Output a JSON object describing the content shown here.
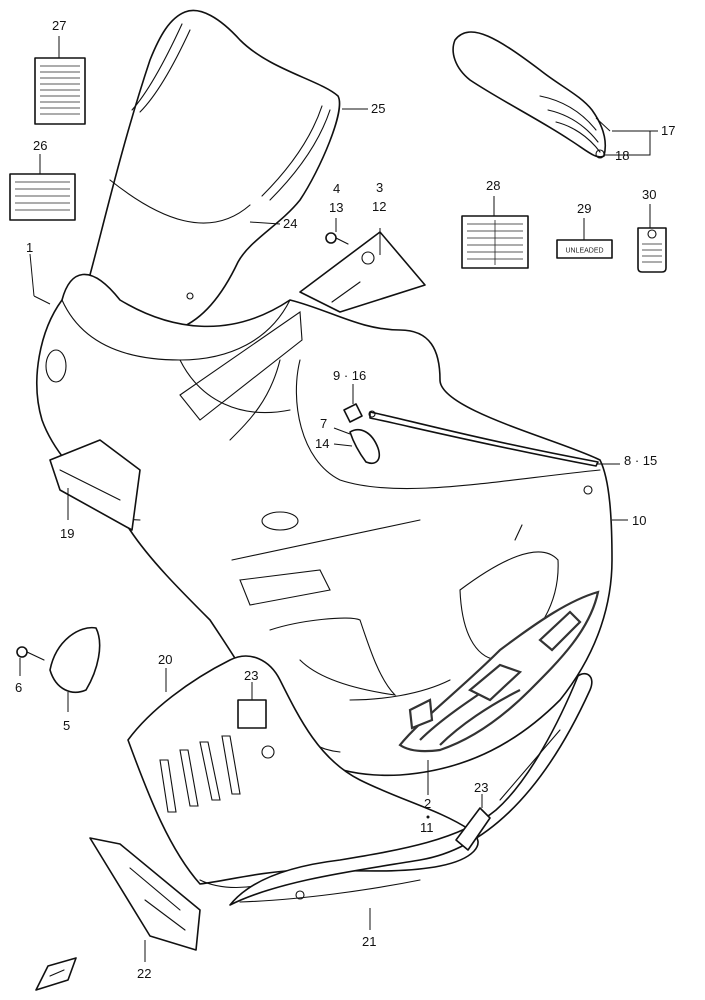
{
  "diagram": {
    "callouts": [
      {
        "id": "c27",
        "text": "27"
      },
      {
        "id": "c26",
        "text": "26"
      },
      {
        "id": "c25",
        "text": "25"
      },
      {
        "id": "c24",
        "text": "24"
      },
      {
        "id": "c1",
        "text": "1"
      },
      {
        "id": "c4",
        "text": "4"
      },
      {
        "id": "c13",
        "text": "13"
      },
      {
        "id": "c3",
        "text": "3"
      },
      {
        "id": "c12",
        "text": "12"
      },
      {
        "id": "c17",
        "text": "17"
      },
      {
        "id": "c18",
        "text": "18"
      },
      {
        "id": "c28",
        "text": "28"
      },
      {
        "id": "c29",
        "text": "29"
      },
      {
        "id": "c30",
        "text": "30"
      },
      {
        "id": "c916",
        "text": "9 · 16"
      },
      {
        "id": "c7",
        "text": "7"
      },
      {
        "id": "c14",
        "text": "14"
      },
      {
        "id": "c815",
        "text": "8 · 15"
      },
      {
        "id": "c10",
        "text": "10"
      },
      {
        "id": "c19",
        "text": "19"
      },
      {
        "id": "c6",
        "text": "6"
      },
      {
        "id": "c5",
        "text": "5"
      },
      {
        "id": "c20",
        "text": "20"
      },
      {
        "id": "c23a",
        "text": "23"
      },
      {
        "id": "c23b",
        "text": "23"
      },
      {
        "id": "c2",
        "text": "2"
      },
      {
        "id": "c11",
        "text": "11"
      },
      {
        "id": "c21",
        "text": "21"
      },
      {
        "id": "c22",
        "text": "22"
      }
    ],
    "label_29_text": "UNLEADED"
  }
}
